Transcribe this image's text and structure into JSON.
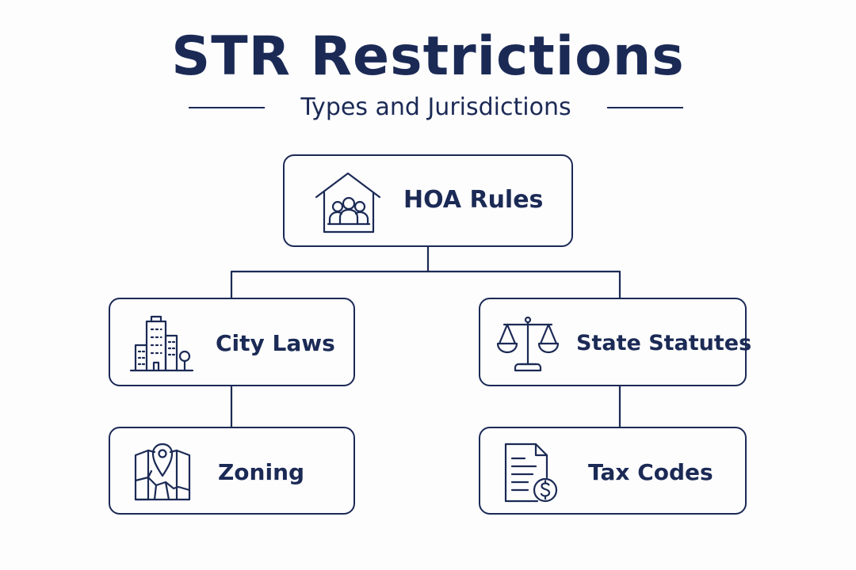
{
  "title": "STR Restrictions",
  "subtitle": "Types and Jurisdictions",
  "colors": {
    "primary": "#1b2a55",
    "background": "#fdfdfe"
  },
  "nodes": {
    "hoa": {
      "label": "HOA Rules",
      "icon": "house-community-icon"
    },
    "city": {
      "label": "City Laws",
      "icon": "city-buildings-icon"
    },
    "state": {
      "label": "State Statutes",
      "icon": "scales-of-justice-icon"
    },
    "zoning": {
      "label": "Zoning",
      "icon": "map-pin-icon"
    },
    "tax": {
      "label": "Tax Codes",
      "icon": "tax-document-icon"
    }
  },
  "edges": [
    {
      "from": "HOA Rules",
      "to": "City Laws"
    },
    {
      "from": "HOA Rules",
      "to": "State Statutes"
    },
    {
      "from": "City Laws",
      "to": "Zoning"
    },
    {
      "from": "State Statutes",
      "to": "Tax Codes"
    }
  ]
}
